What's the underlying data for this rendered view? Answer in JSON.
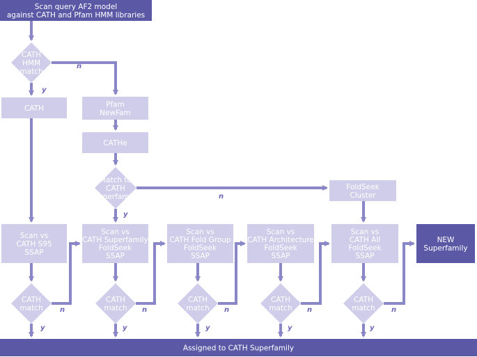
{
  "colors": {
    "dark_fill": "#5b58a6",
    "light_fill": "#cfcde9",
    "line": "#8a87c8",
    "label": "#6b67b8"
  },
  "nodes": {
    "start": {
      "lines": [
        "Scan query AF2 model",
        "against CATH and Pfam HMM libraries"
      ]
    },
    "cath_hmm_match": {
      "lines": [
        "CATH",
        "HMM",
        "match"
      ]
    },
    "cath": {
      "lines": [
        "CATH"
      ]
    },
    "pfam_newfam": {
      "lines": [
        "Pfam",
        "NewFam"
      ]
    },
    "cathe": {
      "lines": [
        "CATHe"
      ]
    },
    "match_superfamily": {
      "lines": [
        "Match to",
        "CATH",
        "Superfamily"
      ]
    },
    "foldseek_cluster": {
      "lines": [
        "FoldSeek",
        "Cluster"
      ]
    },
    "scan_s95": {
      "lines": [
        "Scan vs",
        "CATH S95",
        "SSAP"
      ]
    },
    "scan_superfamily": {
      "lines": [
        "Scan vs",
        "CATH Superfamily",
        "FoldSeek",
        "SSAP"
      ]
    },
    "scan_fold_group": {
      "lines": [
        "Scan vs",
        "CATH Fold Group",
        "FoldSeek",
        "SSAP"
      ]
    },
    "scan_architecture": {
      "lines": [
        "Scan vs",
        "CATH Architecture",
        "FoldSeek",
        "SSAP"
      ]
    },
    "scan_all": {
      "lines": [
        "Scan vs",
        "CATH All",
        "FoldSeek",
        "SSAP"
      ]
    },
    "new_superfamily": {
      "lines": [
        "NEW",
        "Superfamily"
      ]
    },
    "cath_match_1": {
      "lines": [
        "CATH",
        "match"
      ]
    },
    "cath_match_2": {
      "lines": [
        "CATH",
        "match"
      ]
    },
    "cath_match_3": {
      "lines": [
        "CATH",
        "match"
      ]
    },
    "cath_match_4": {
      "lines": [
        "CATH",
        "match"
      ]
    },
    "cath_match_5": {
      "lines": [
        "CATH",
        "match"
      ]
    },
    "assigned": {
      "lines": [
        "Assigned to CATH Superfamily"
      ]
    }
  },
  "edge_labels": {
    "yes": "y",
    "no": "n"
  }
}
